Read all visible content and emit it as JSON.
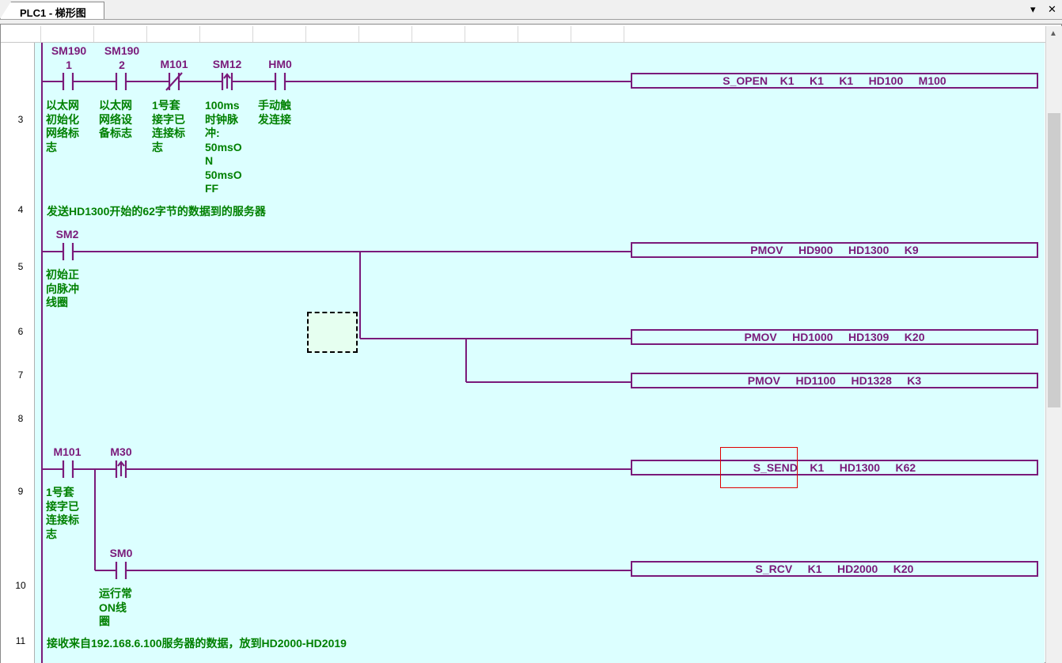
{
  "window": {
    "tab_title": "PLC1 - 梯形图",
    "dropdown_icon": "chevron-down-icon",
    "close_icon": "close-icon"
  },
  "colors": {
    "wire": "#7a1a7a",
    "comment": "#008000",
    "background": "#dcffff",
    "selection": "#e00000"
  },
  "rows": [
    {
      "num": "3"
    },
    {
      "num": "4"
    },
    {
      "num": "5"
    },
    {
      "num": "6"
    },
    {
      "num": "7"
    },
    {
      "num": "8"
    },
    {
      "num": "9"
    },
    {
      "num": "10"
    },
    {
      "num": "11"
    }
  ],
  "rung3": {
    "contacts": [
      {
        "label": "SM190\n1",
        "type": "NO",
        "comment": "以太网\n初始化\n网络标\n志"
      },
      {
        "label": "SM190\n2",
        "type": "NO",
        "comment": "以太网\n网络设\n备标志"
      },
      {
        "label": "M101",
        "type": "NC",
        "comment": "1号套\n接字已\n连接标\n志"
      },
      {
        "label": "SM12",
        "type": "RISING",
        "comment": "100ms\n时钟脉\n冲:\n50msO\nN\n50msO\nFF"
      },
      {
        "label": "HM0",
        "type": "NO",
        "comment": "手动触\n发连接"
      }
    ],
    "instruction": "S_OPEN    K1     K1     K1     HD100     M100"
  },
  "rung4": {
    "comment": "发送HD1300开始的62字节的数据到的服务器"
  },
  "rung5": {
    "contact": {
      "label": "SM2",
      "comment": "初始正\n向脉冲\n线圈"
    },
    "instructions": [
      "PMOV     HD900     HD1300     K9",
      "PMOV     HD1000     HD1309     K20",
      "PMOV     HD1100     HD1328     K3"
    ]
  },
  "rung9": {
    "contacts": [
      {
        "label": "M101",
        "type": "NO",
        "comment": "1号套\n接字已\n连接标\n志"
      },
      {
        "label": "M30",
        "type": "RISING",
        "comment": ""
      }
    ],
    "instruction": "S_SEND    K1     HD1300     K62",
    "branch_contact": {
      "label": "SM0",
      "comment": "运行常\nON线\n圈"
    },
    "branch_instruction": "S_RCV     K1     HD2000     K20"
  },
  "rung11": {
    "comment": "接收来自192.168.6.100服务器的数据，放到HD2000-HD2019"
  }
}
